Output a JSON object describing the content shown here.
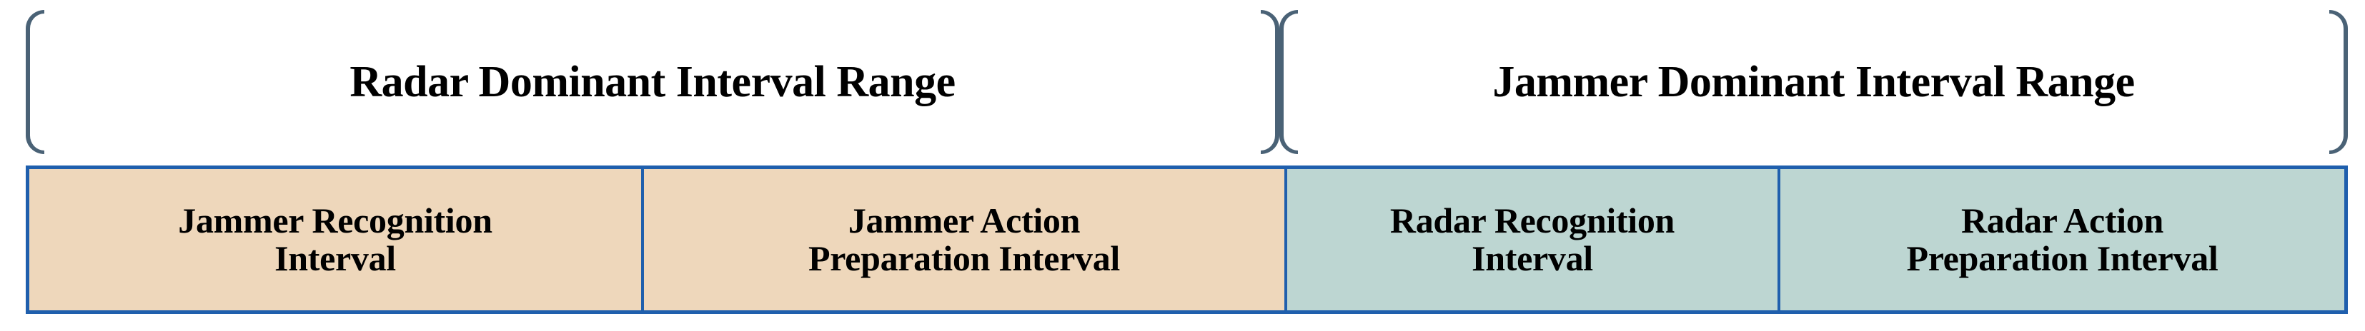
{
  "colors": {
    "bracket": "#4A6276",
    "cell_border": "#1F5FAD",
    "jammer_fill": "#EED7BB",
    "radar_fill": "#BDD6D2",
    "text": "#000000",
    "background": "#FFFFFF"
  },
  "ranges": [
    {
      "id": "radar-dominant",
      "label": "Radar Dominant Interval Range",
      "bracket_left": "[",
      "bracket_right": "]"
    },
    {
      "id": "jammer-dominant",
      "label": "Jammer Dominant Interval Range",
      "bracket_left": "[",
      "bracket_right": "]"
    }
  ],
  "intervals": [
    {
      "id": "jammer-recognition-interval",
      "label": "Jammer Recognition\nInterval",
      "fill": "#EED7BB"
    },
    {
      "id": "jammer-action-preparation-interval",
      "label": "Jammer Action\nPreparation Interval",
      "fill": "#EED7BB"
    },
    {
      "id": "radar-recognition-interval",
      "label": "Radar Recognition\nInterval",
      "fill": "#BDD6D2"
    },
    {
      "id": "radar-action-preparation-interval",
      "label": "Radar Action\nPreparation Interval",
      "fill": "#BDD6D2"
    }
  ]
}
